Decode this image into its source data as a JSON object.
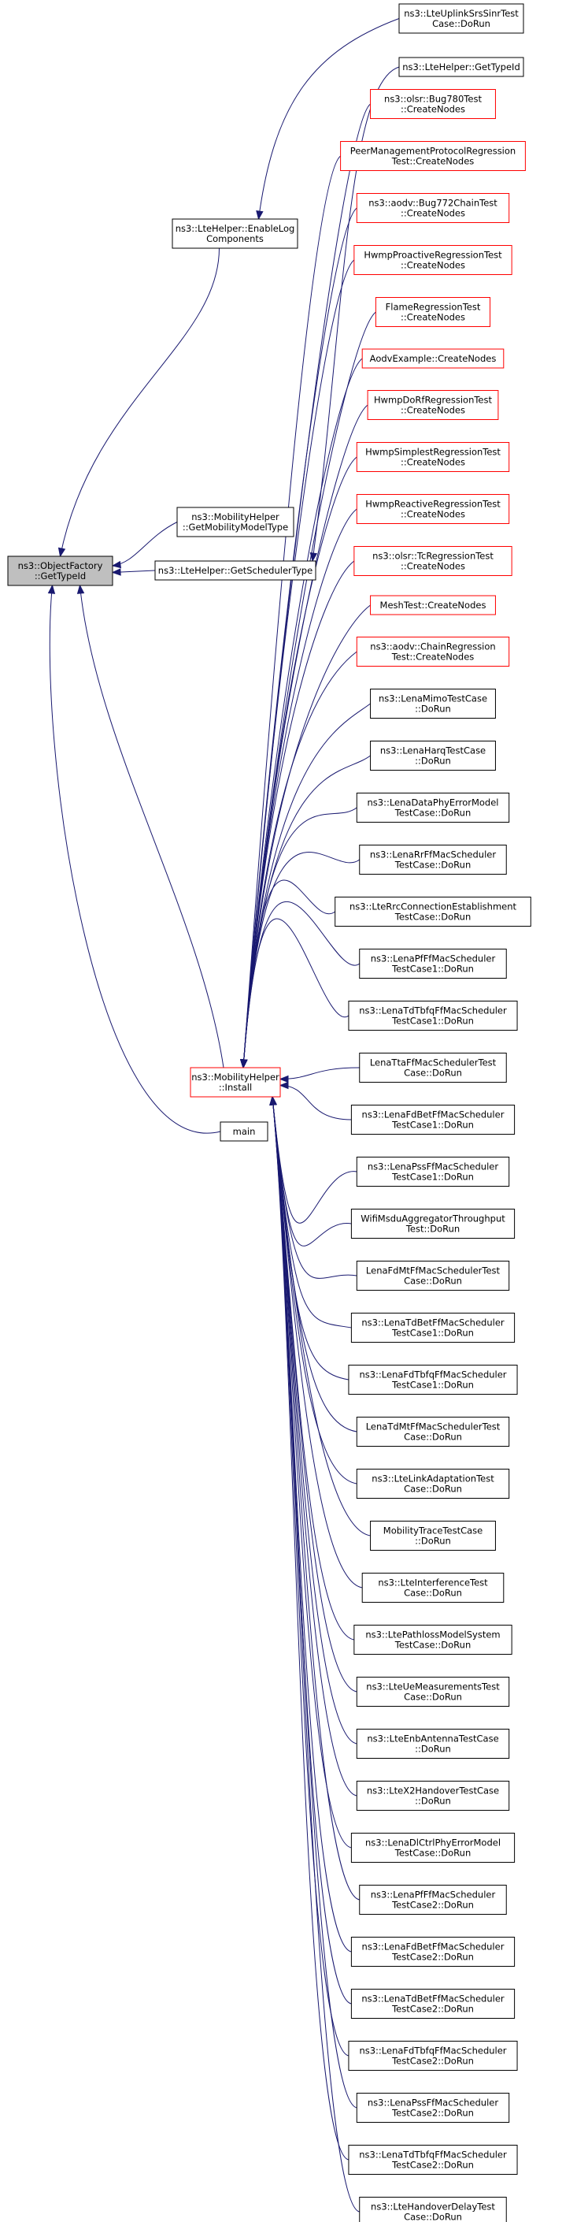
{
  "colors": {
    "edge": "#191970",
    "node_border": "#000000",
    "node_border_highlight": "#ff0000",
    "root_fill": "#bfbfbf"
  },
  "nodes": {
    "root": {
      "lines": [
        "ns3::ObjectFactory",
        "::GetTypeId"
      ]
    },
    "enable_log": {
      "lines": [
        "ns3::LteHelper::EnableLog",
        "Components"
      ]
    },
    "mobility_model_type": {
      "lines": [
        "ns3::MobilityHelper",
        "::GetMobilityModelType"
      ]
    },
    "scheduler_type": {
      "lines": [
        "ns3::LteHelper::GetSchedulerType"
      ]
    },
    "install": {
      "lines": [
        "ns3::MobilityHelper",
        "::Install"
      ]
    },
    "main": {
      "lines": [
        "main"
      ]
    },
    "lte_get_typeid": {
      "lines": [
        "ns3::LteHelper::GetTypeId"
      ]
    },
    "srs_sinr": {
      "lines": [
        "ns3::LteUplinkSrsSinrTest",
        "Case::DoRun"
      ]
    }
  },
  "callers": [
    {
      "lines": [
        "ns3::olsr::Bug780Test",
        "::CreateNodes"
      ],
      "red": true
    },
    {
      "lines": [
        "PeerManagementProtocolRegression",
        "Test::CreateNodes"
      ],
      "red": true
    },
    {
      "lines": [
        "ns3::aodv::Bug772ChainTest",
        "::CreateNodes"
      ],
      "red": true
    },
    {
      "lines": [
        "HwmpProactiveRegressionTest",
        "::CreateNodes"
      ],
      "red": true
    },
    {
      "lines": [
        "FlameRegressionTest",
        "::CreateNodes"
      ],
      "red": true
    },
    {
      "lines": [
        "AodvExample::CreateNodes"
      ],
      "red": true
    },
    {
      "lines": [
        "HwmpDoRfRegressionTest",
        "::CreateNodes"
      ],
      "red": true
    },
    {
      "lines": [
        "HwmpSimplestRegressionTest",
        "::CreateNodes"
      ],
      "red": true
    },
    {
      "lines": [
        "HwmpReactiveRegressionTest",
        "::CreateNodes"
      ],
      "red": true
    },
    {
      "lines": [
        "ns3::olsr::TcRegressionTest",
        "::CreateNodes"
      ],
      "red": true
    },
    {
      "lines": [
        "MeshTest::CreateNodes"
      ],
      "red": true
    },
    {
      "lines": [
        "ns3::aodv::ChainRegression",
        "Test::CreateNodes"
      ],
      "red": true
    },
    {
      "lines": [
        "ns3::LenaMimoTestCase",
        "::DoRun"
      ],
      "red": false
    },
    {
      "lines": [
        "ns3::LenaHarqTestCase",
        "::DoRun"
      ],
      "red": false
    },
    {
      "lines": [
        "ns3::LenaDataPhyErrorModel",
        "TestCase::DoRun"
      ],
      "red": false
    },
    {
      "lines": [
        "ns3::LenaRrFfMacScheduler",
        "TestCase::DoRun"
      ],
      "red": false
    },
    {
      "lines": [
        "ns3::LteRrcConnectionEstablishment",
        "TestCase::DoRun"
      ],
      "red": false
    },
    {
      "lines": [
        "ns3::LenaPfFfMacScheduler",
        "TestCase1::DoRun"
      ],
      "red": false
    },
    {
      "lines": [
        "ns3::LenaTdTbfqFfMacScheduler",
        "TestCase1::DoRun"
      ],
      "red": false
    },
    {
      "lines": [
        "LenaTtaFfMacSchedulerTest",
        "Case::DoRun"
      ],
      "red": false
    },
    {
      "lines": [
        "ns3::LenaFdBetFfMacScheduler",
        "TestCase1::DoRun"
      ],
      "red": false
    },
    {
      "lines": [
        "ns3::LenaPssFfMacScheduler",
        "TestCase1::DoRun"
      ],
      "red": false
    },
    {
      "lines": [
        "WifiMsduAggregatorThroughput",
        "Test::DoRun"
      ],
      "red": false
    },
    {
      "lines": [
        "LenaFdMtFfMacSchedulerTest",
        "Case::DoRun"
      ],
      "red": false
    },
    {
      "lines": [
        "ns3::LenaTdBetFfMacScheduler",
        "TestCase1::DoRun"
      ],
      "red": false
    },
    {
      "lines": [
        "ns3::LenaFdTbfqFfMacScheduler",
        "TestCase1::DoRun"
      ],
      "red": false
    },
    {
      "lines": [
        "LenaTdMtFfMacSchedulerTest",
        "Case::DoRun"
      ],
      "red": false
    },
    {
      "lines": [
        "ns3::LteLinkAdaptationTest",
        "Case::DoRun"
      ],
      "red": false
    },
    {
      "lines": [
        "MobilityTraceTestCase",
        "::DoRun"
      ],
      "red": false
    },
    {
      "lines": [
        "ns3::LteInterferenceTest",
        "Case::DoRun"
      ],
      "red": false
    },
    {
      "lines": [
        "ns3::LtePathlossModelSystem",
        "TestCase::DoRun"
      ],
      "red": false
    },
    {
      "lines": [
        "ns3::LteUeMeasurementsTest",
        "Case::DoRun"
      ],
      "red": false
    },
    {
      "lines": [
        "ns3::LteEnbAntennaTestCase",
        "::DoRun"
      ],
      "red": false
    },
    {
      "lines": [
        "ns3::LteX2HandoverTestCase",
        "::DoRun"
      ],
      "red": false
    },
    {
      "lines": [
        "ns3::LenaDlCtrlPhyErrorModel",
        "TestCase::DoRun"
      ],
      "red": false
    },
    {
      "lines": [
        "ns3::LenaPfFfMacScheduler",
        "TestCase2::DoRun"
      ],
      "red": false
    },
    {
      "lines": [
        "ns3::LenaFdBetFfMacScheduler",
        "TestCase2::DoRun"
      ],
      "red": false
    },
    {
      "lines": [
        "ns3::LenaTdBetFfMacScheduler",
        "TestCase2::DoRun"
      ],
      "red": false
    },
    {
      "lines": [
        "ns3::LenaFdTbfqFfMacScheduler",
        "TestCase2::DoRun"
      ],
      "red": false
    },
    {
      "lines": [
        "ns3::LenaPssFfMacScheduler",
        "TestCase2::DoRun"
      ],
      "red": false
    },
    {
      "lines": [
        "ns3::LenaTdTbfqFfMacScheduler",
        "TestCase2::DoRun"
      ],
      "red": false
    },
    {
      "lines": [
        "ns3::LteHandoverDelayTest",
        "Case::DoRun"
      ],
      "red": false
    }
  ]
}
